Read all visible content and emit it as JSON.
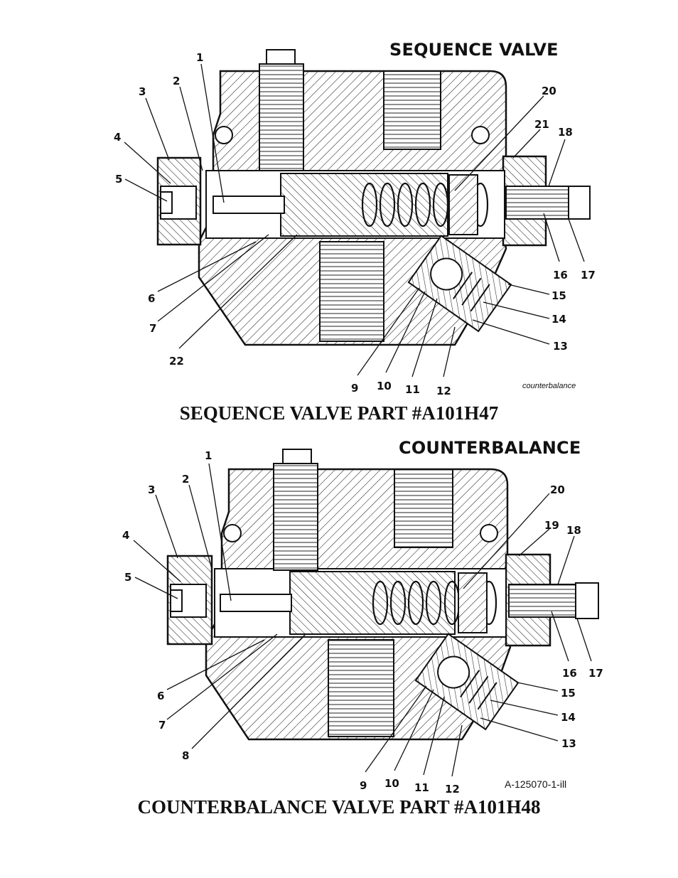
{
  "top": {
    "heading": "SEQUENCE VALVE",
    "caption": "SEQUENCE VALVE PART #A101H47",
    "tag": "counterbalance",
    "callouts": [
      "1",
      "2",
      "3",
      "4",
      "5",
      "6",
      "7",
      "22",
      "9",
      "10",
      "11",
      "12",
      "13",
      "14",
      "15",
      "16",
      "17",
      "18",
      "21",
      "20"
    ]
  },
  "bottom": {
    "heading": "COUNTERBALANCE",
    "caption": "COUNTERBALANCE VALVE PART #A101H48",
    "tag": "A-125070-1-ill",
    "callouts": [
      "1",
      "2",
      "3",
      "4",
      "5",
      "6",
      "7",
      "8",
      "9",
      "10",
      "11",
      "12",
      "13",
      "14",
      "15",
      "16",
      "17",
      "18",
      "19",
      "20"
    ]
  }
}
